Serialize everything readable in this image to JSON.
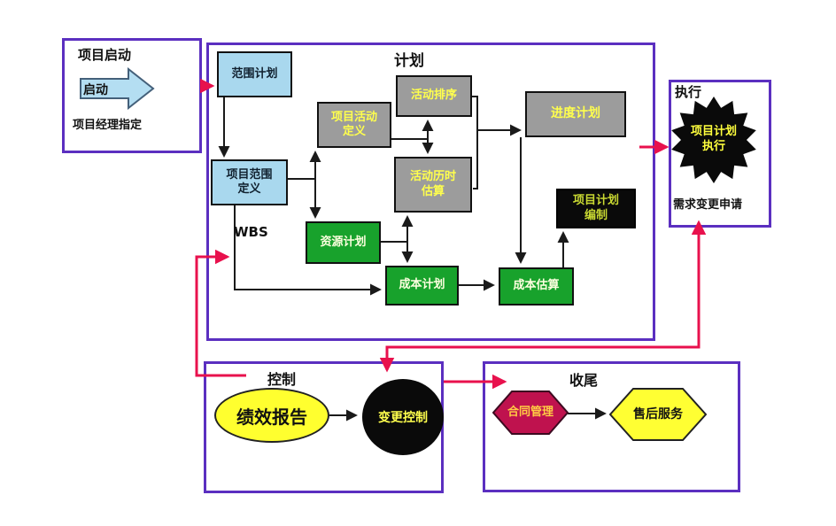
{
  "colors": {
    "phase_border": "#5b2fc0",
    "flow_red": "#e8114d",
    "connector_black": "#1a1a1a",
    "node_blue": "#a9d8ee",
    "node_gray": "#9c9c9c",
    "node_green": "#18a22c",
    "node_black": "#0a0a0a",
    "yellow_text": "#ffff4d",
    "pale_text": "#fdffdf",
    "plan_dev_text": "#c9d932",
    "star_text": "#ffff3d",
    "report_yellow": "#ffff2f",
    "contract_fill": "#bf124e",
    "contract_text": "#ffcc44",
    "service_fill": "#ffff33",
    "start_arrow_fill": "#b4def2",
    "start_arrow_border": "#44607a"
  },
  "phases": {
    "initiation": {
      "title": "项目启动",
      "arrow_label": "启动",
      "note": "项目经理指定"
    },
    "planning": {
      "title": "计划",
      "wbs_label": "WBS",
      "nodes": {
        "scope_planning": "范围计划",
        "scope_definition": "项目范围定义",
        "activity_definition": "项目活动定义",
        "activity_sequencing": "活动排序",
        "duration_estimation": "活动历时估算",
        "schedule_planning": "进度计划",
        "plan_development": "项目计划编制",
        "resource_planning": "资源计划",
        "cost_planning": "成本计划",
        "cost_estimation": "成本估算"
      }
    },
    "execution": {
      "title": "执行",
      "starburst_label": "项目计划执行",
      "note": "需求变更申请"
    },
    "control": {
      "title": "控制",
      "performance_report": "绩效报告",
      "change_control": "变更控制"
    },
    "closing": {
      "title": "收尾",
      "contract_management": "合同管理",
      "after_sales_service": "售后服务"
    }
  }
}
